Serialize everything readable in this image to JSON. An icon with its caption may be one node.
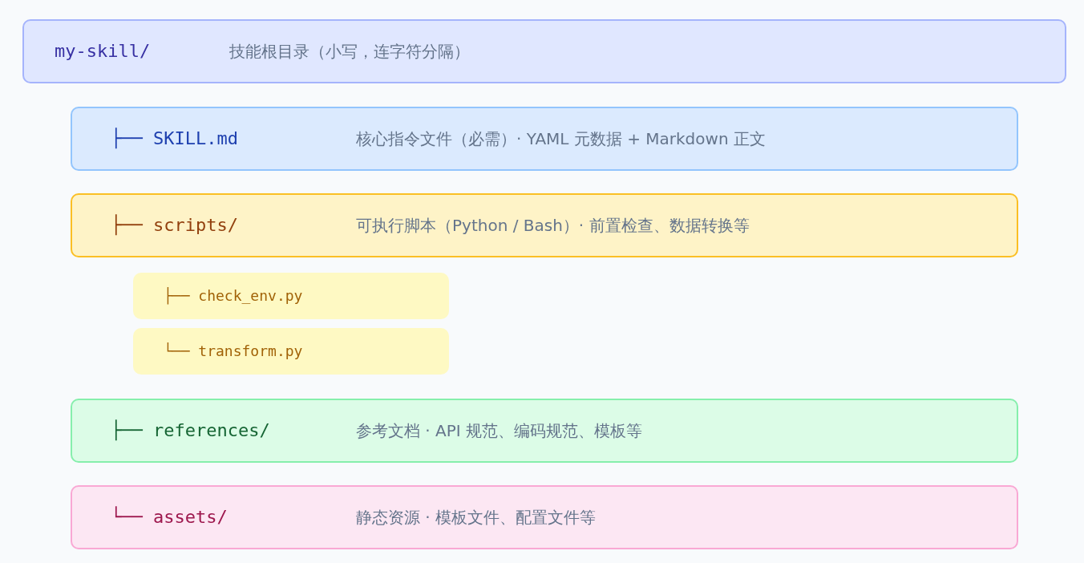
{
  "diagram": {
    "nodes": [
      {
        "text": [
          "my-skill/",
          "技能根目录（小写，连字符分隔）"
        ]
      },
      {
        "text": [
          "├── SKILL.md",
          "核心指令文件（必需）· YAML 元数据 + Markdown 正文"
        ]
      },
      {
        "text": [
          "├── scripts/",
          "可执行脚本（Python / Bash）· 前置检查、数据转换等"
        ]
      },
      {
        "text": [
          "├── check_env.py"
        ]
      },
      {
        "text": [
          "└── transform.py"
        ]
      },
      {
        "text": [
          "├── references/",
          "参考文档 · API 规范、编码规范、模板等"
        ]
      },
      {
        "text": [
          "└── assets/",
          "静态资源 · 模板文件、配置文件等"
        ]
      }
    ]
  }
}
